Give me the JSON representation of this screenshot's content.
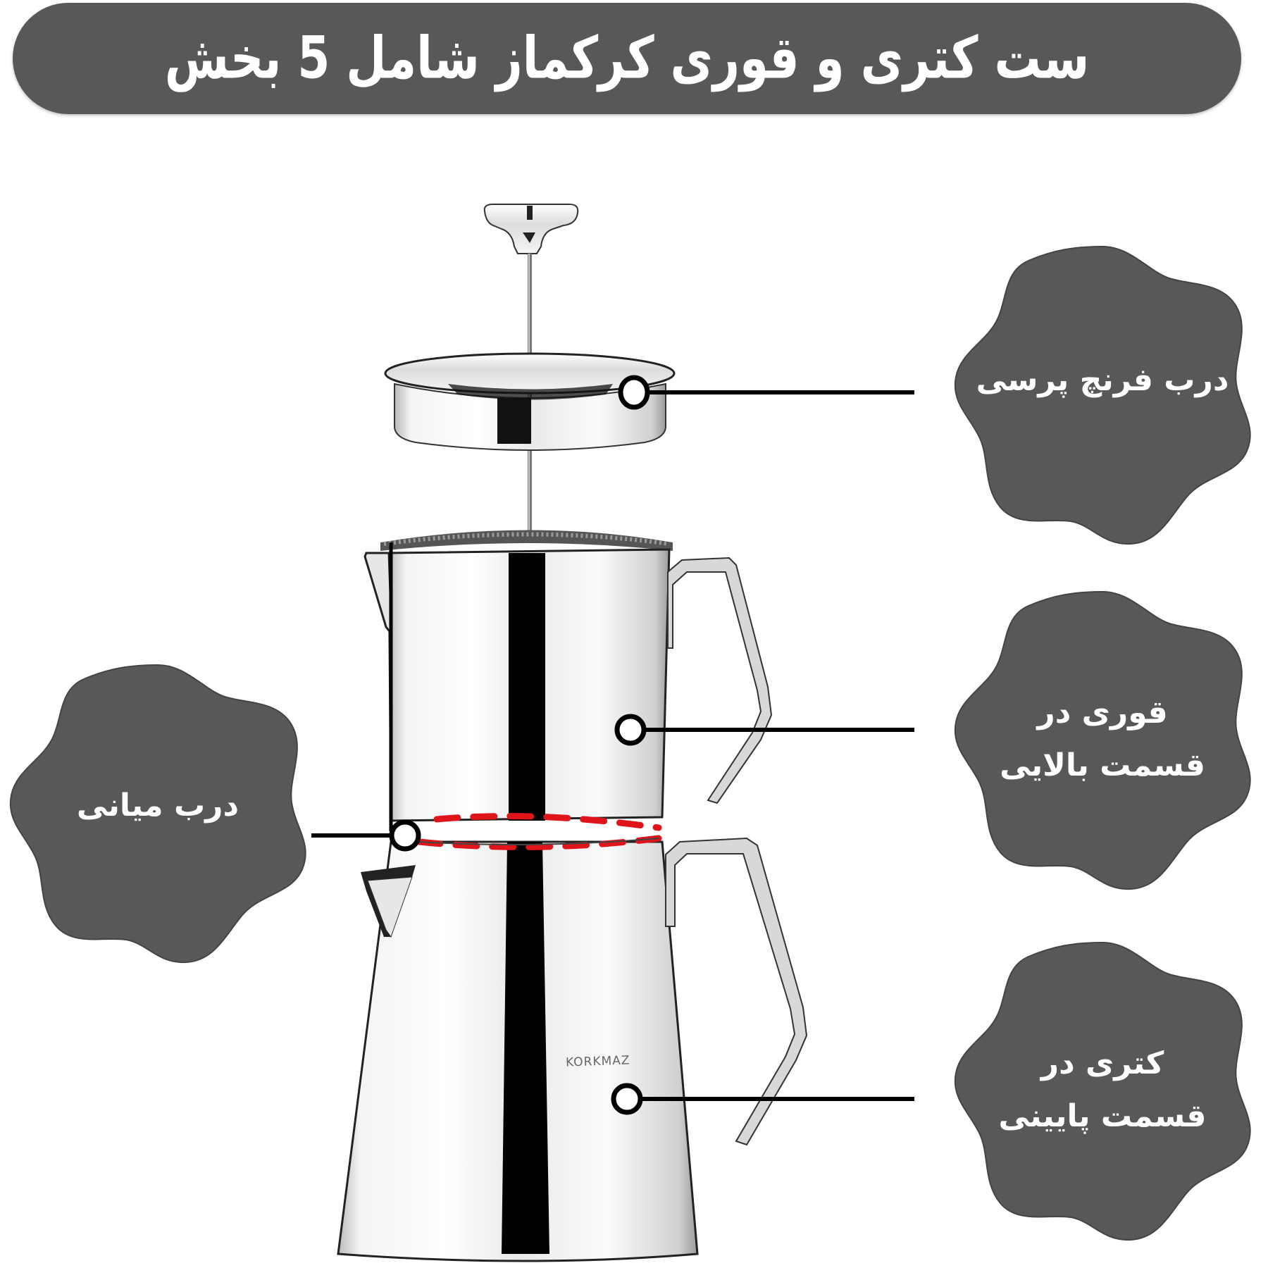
{
  "header": {
    "title": "ست کتری و قوری کرکماز شامل 5 بخش"
  },
  "callouts": [
    {
      "id": "french-press-lid",
      "label": "درب فرنچ پرسی",
      "side": "right"
    },
    {
      "id": "teapot-upper",
      "label": "قوری در قسمت بالایی",
      "side": "right"
    },
    {
      "id": "kettle-lower",
      "label": "کتری در قسمت پایینی",
      "side": "right"
    },
    {
      "id": "middle-lid",
      "label": "درب میانی",
      "side": "left"
    }
  ],
  "product": {
    "brand": "KORKMAZ",
    "highlight_color": "#e0141b"
  },
  "colors": {
    "badge_fill": "#585858",
    "title_bar_fill": "#585858",
    "text": "#ffffff",
    "connector": "#000000"
  }
}
